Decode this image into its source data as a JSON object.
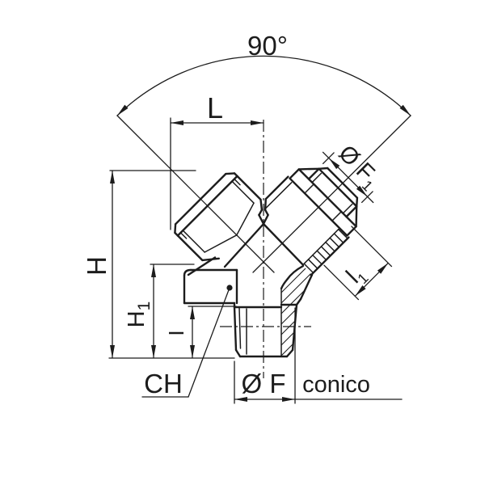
{
  "drawing": {
    "title": "Y fitting technical drawing",
    "angle_label": "90°",
    "dim_L": "L",
    "dim_H": "H",
    "dim_H1": {
      "base": "H",
      "sub": "1"
    },
    "dim_I": "I",
    "dim_l1": {
      "base": "l",
      "sub": "1"
    },
    "dim_OF": "Ø F",
    "dim_OF1": {
      "base": "Ø F",
      "sub": "1"
    },
    "label_CH": "CH",
    "label_conico": "conico",
    "stroke_color": "#1c1c1c",
    "background": "#ffffff"
  }
}
